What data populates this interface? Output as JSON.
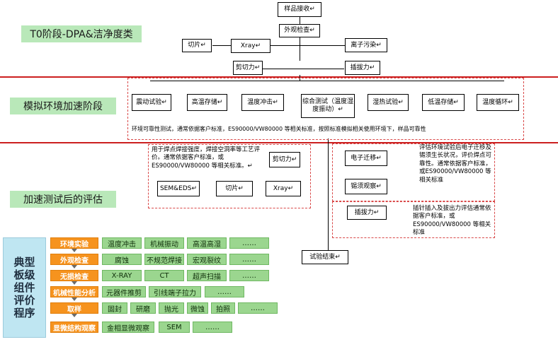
{
  "stages": {
    "t0": "T0阶段-DPA&洁净度类",
    "env": "模拟环境加速阶段",
    "eval": "加速测试后的评估"
  },
  "flow": {
    "sample_receive": "样品接收↵",
    "visual": "外观检查↵",
    "slice": "切片↵",
    "xray": "Xray↵",
    "ion": "离子污染↵",
    "shear": "剪切力↵",
    "pull": "插拔力↵",
    "vibration": "震动试验↵",
    "high_temp_storage": "高温存储↵",
    "thermal_shock": "温度冲击↵",
    "combined": "综合测试（温度湿度振动）↵",
    "damp_heat": "湿热试验↵",
    "low_temp_storage": "低温存储↵",
    "temp_cycle": "温度循环↵",
    "env_note": "环境可靠性测试，通常依据客户标准，ES90000/VW80000 等相关标准，按照标准模拟相关使用环境下，样品可靠性",
    "solder_note": "用于焊点焊接强度，焊接空洞率等工艺评价。通常依据客户标准，或ES90000/VW80000 等相关标准。↵",
    "shear2": "剪切力↵",
    "sem_eds": "SEM&EDS↵",
    "slice2": "切片↵",
    "xray2": "Xray↵",
    "electro_migration": "电子迁移↵",
    "whisker": "锡须观察↵",
    "migration_note": "评估环境试验后电子迁移及锡须生长状况，评价焊点可靠性。通常依据客户标准，或ES90000/VW80000 等相关标准",
    "pull2": "插拔力↵",
    "pull_note": "插针插入及拔出力评估通常依据客户标准，或ES90000/VW80000 等相关标准",
    "test_end": "试验结束↵"
  },
  "program": {
    "title": "典型板级组件评价程序",
    "rows": [
      {
        "step": "环境实验",
        "items": [
          "温度冲击",
          "机械振动",
          "高温高湿",
          "……"
        ]
      },
      {
        "step": "外观检查",
        "items": [
          "腐蚀",
          "不规范焊接",
          "宏观裂纹",
          "……"
        ]
      },
      {
        "step": "无损检查",
        "items": [
          "X-RAY",
          "CT",
          "超声扫描",
          "……"
        ]
      },
      {
        "step": "机械性能分析",
        "items": [
          "元器件推剪",
          "引线端子拉力",
          "……"
        ]
      },
      {
        "step": "取样",
        "items": [
          "固封",
          "研磨",
          "抛光",
          "微蚀",
          "拍照",
          "……"
        ]
      },
      {
        "step": "显微结构观察",
        "items": [
          "金相显微观察",
          "SEM",
          "……"
        ]
      }
    ]
  }
}
